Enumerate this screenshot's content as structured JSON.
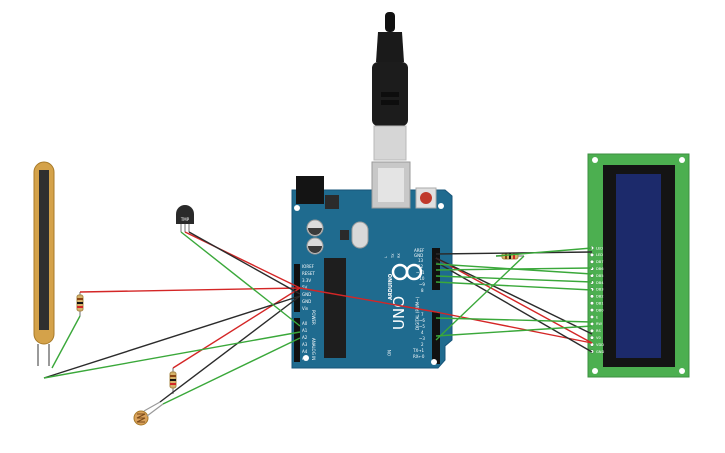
{
  "arduino": {
    "brand": "ARDUINO",
    "model": "UNO",
    "on_label": "ON",
    "tx_label": "TX",
    "rx_label": "RX",
    "l_label": "L",
    "digital_label": "DIGITAL (PWM~)",
    "power_label": "POWER",
    "analog_label": "ANALOG IN",
    "power_pins": [
      "IOREF",
      "RESET",
      "3.3V",
      "5V",
      "GND",
      "GND",
      "Vin"
    ],
    "analog_pins": [
      "A0",
      "A1",
      "A2",
      "A3",
      "A4",
      "A5"
    ],
    "digital_pins_top": [
      "AREF",
      "GND",
      "13",
      "12",
      "~11",
      "~10",
      "~9",
      "8"
    ],
    "digital_pins_bottom": [
      "7",
      "~6",
      "~5",
      "4",
      "~3",
      "2",
      "TX→1",
      "RX←0"
    ]
  },
  "temp_sensor": {
    "label": "TMP"
  },
  "lcd": {
    "pins": [
      "LED",
      "LED",
      "DB7",
      "DB6",
      "DB5",
      "DB4",
      "DB3",
      "DB2",
      "DB1",
      "DB0",
      "E",
      "RW",
      "RS",
      "V0",
      "VDD",
      "GND"
    ]
  },
  "colors": {
    "board": "#1f6b8f",
    "wire_red": "#d42626",
    "wire_black": "#2b2b2b",
    "wire_green": "#3aa83a",
    "lcd_pcb": "#4caf50",
    "lcd_screen": "#1c2a6b"
  }
}
